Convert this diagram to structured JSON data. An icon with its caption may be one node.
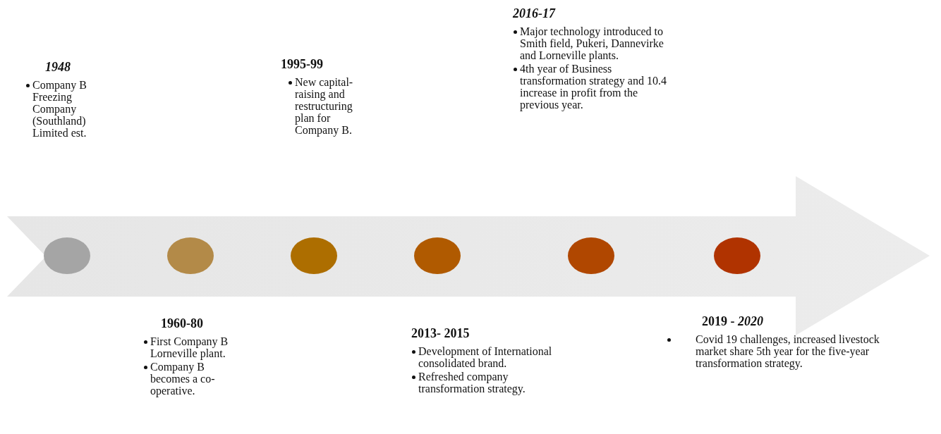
{
  "diagram": {
    "nodes": [
      {
        "text": [],
        "shape": "circle",
        "beside": [
          "1948",
          "Company B Freezing Company (Southland) Limited est."
        ]
      },
      {
        "text": [],
        "shape": "circle",
        "beside": [
          "1960-80",
          "First Company B Lorneville plant.",
          "Company B becomes a co- operative."
        ]
      },
      {
        "text": [],
        "shape": "circle",
        "beside": [
          "1995-99",
          "New capital-raising and restructuring plan for Company B."
        ]
      },
      {
        "text": [],
        "shape": "circle",
        "beside": [
          "2013- 2015",
          "Development of International consolidated brand.",
          "Refreshed company transformation strategy."
        ]
      },
      {
        "text": [],
        "shape": "circle",
        "beside": [
          "2016-17",
          "Major technology introduced to Smith field, Pukeri, Dannevirke and Lorneville plants.",
          "4th year of Business transformation strategy and 10.4 increase in profit from the previous year."
        ]
      },
      {
        "text": [],
        "shape": "circle",
        "beside": [
          "2019 - *2020*",
          "Covid 19 challenges, increased livestock market share 5th year for the five-year transformation strategy."
        ]
      }
    ]
  }
}
